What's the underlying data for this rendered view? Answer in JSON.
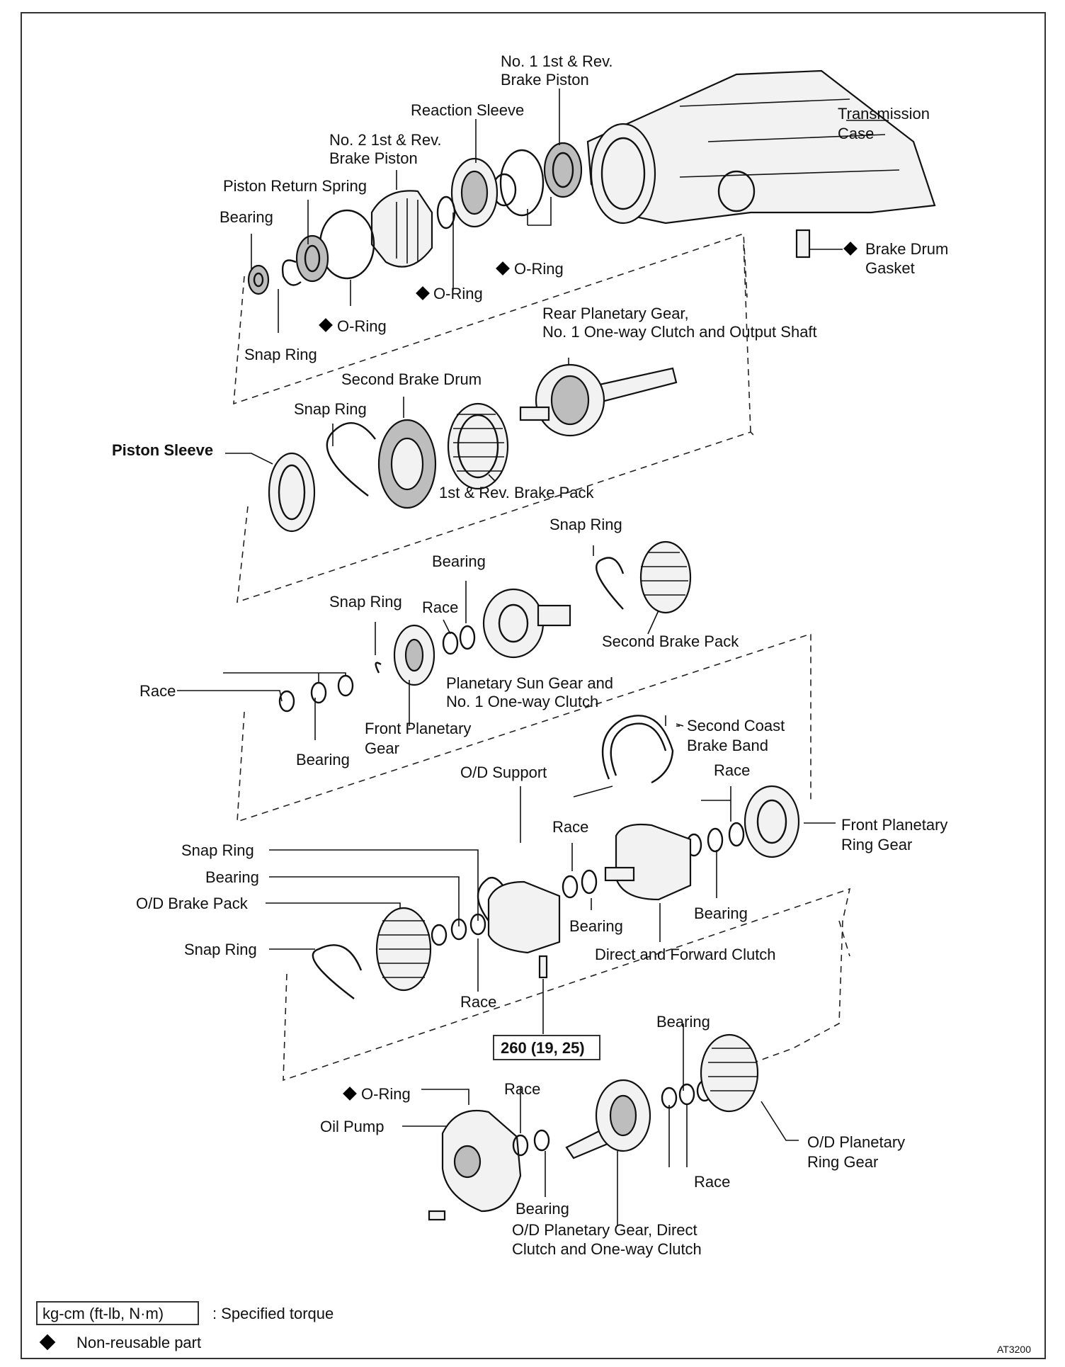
{
  "labels": {
    "no1_brake_piston": [
      "No. 1 1st & Rev.",
      "Brake Piston"
    ],
    "reaction_sleeve": "Reaction Sleeve",
    "no2_brake_piston": [
      "No. 2 1st & Rev.",
      "Brake Piston"
    ],
    "piston_return_spring": "Piston Return Spring",
    "bearing_top": "Bearing",
    "transmission_case": [
      "Transmission",
      "Case"
    ],
    "brake_drum_gasket": [
      "Brake Drum",
      "Gasket"
    ],
    "oring_1": "O-Ring",
    "oring_2": "O-Ring",
    "oring_3": "O-Ring",
    "snap_ring_top": "Snap Ring",
    "rear_planetary": [
      "Rear Planetary Gear,",
      "No. 1 One-way Clutch and Output Shaft"
    ],
    "second_brake_drum": "Second Brake Drum",
    "snap_ring_2": "Snap Ring",
    "piston_sleeve": "Piston Sleeve",
    "first_rev_brake_pack": "1st & Rev. Brake Pack",
    "snap_ring_3": "Snap Ring",
    "bearing_mid": "Bearing",
    "snap_ring_4": "Snap Ring",
    "race_mid": "Race",
    "second_brake_pack": "Second Brake Pack",
    "race_left": "Race",
    "planetary_sun_gear": [
      "Planetary Sun Gear and",
      "No. 1 One-way Clutch"
    ],
    "bearing_left": "Bearing",
    "front_planetary_gear": [
      "Front Planetary",
      "Gear"
    ],
    "second_coast_brake_band": [
      "Second Coast",
      "Brake Band"
    ],
    "od_support": "O/D Support",
    "race_right": "Race",
    "front_planetary_ring_gear": [
      "Front Planetary",
      "Ring Gear"
    ],
    "race_center": "Race",
    "snap_ring_5": "Snap Ring",
    "bearing_5": "Bearing",
    "od_brake_pack": "O/D Brake Pack",
    "bearing_center": "Bearing",
    "bearing_right": "Bearing",
    "snap_ring_6": "Snap Ring",
    "direct_forward_clutch": "Direct and Forward Clutch",
    "race_low": "Race",
    "torque_value": "260 (19, 25)",
    "bearing_bottom_right": "Bearing",
    "oring_4": "O-Ring",
    "race_bottom": "Race",
    "oil_pump": "Oil Pump",
    "od_planetary_ring_gear": [
      "O/D Planetary",
      "Ring Gear"
    ],
    "race_bottom_right": "Race",
    "bearing_bottom": "Bearing",
    "od_planetary_gear": [
      "O/D Planetary Gear, Direct",
      "Clutch and One-way Clutch"
    ]
  },
  "legend": {
    "torque_box": "kg-cm (ft-lb, N·m)",
    "torque_text": ": Specified torque",
    "nonreusable_text": "Non-reusable part"
  },
  "figure_id": "AT3200"
}
